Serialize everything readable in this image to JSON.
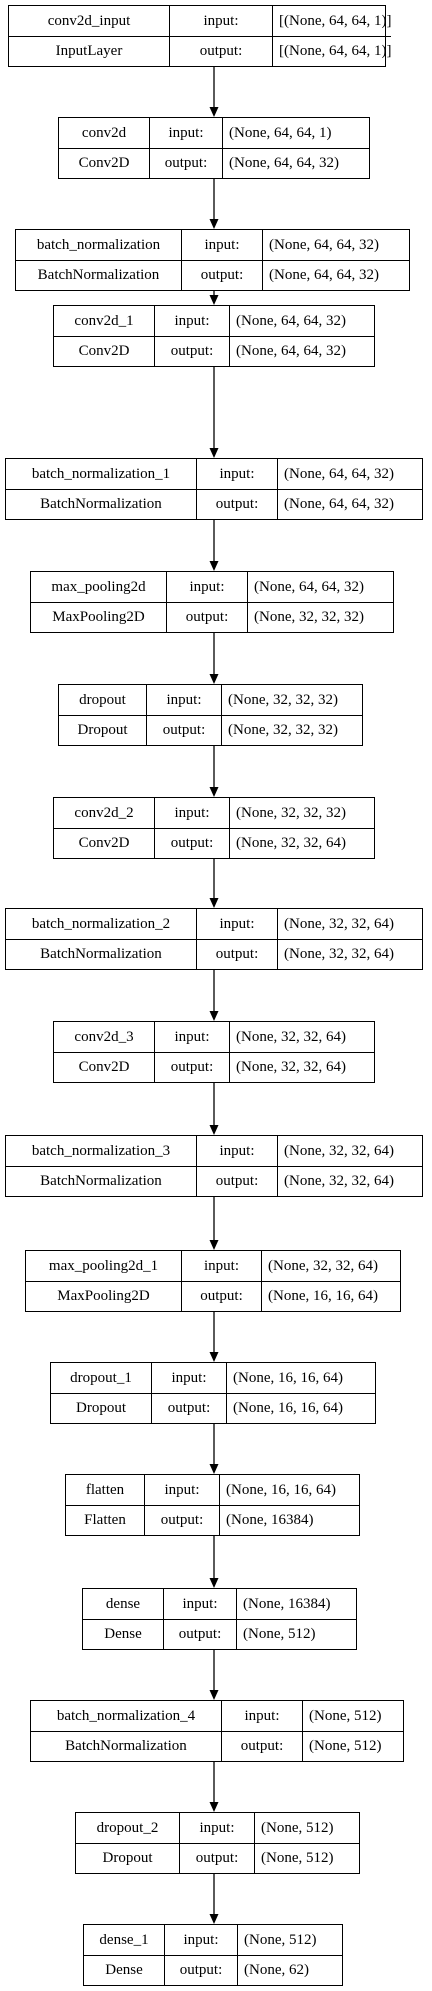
{
  "layers": [
    {
      "name": "conv2d_input",
      "type": "InputLayer",
      "input_label": "input:",
      "input": "[(None, 64, 64, 1)]",
      "output_label": "output:",
      "output": "[(None, 64, 64, 1)]"
    },
    {
      "name": "conv2d",
      "type": "Conv2D",
      "input_label": "input:",
      "input": "(None, 64, 64, 1)",
      "output_label": "output:",
      "output": "(None, 64, 64, 32)"
    },
    {
      "name": "batch_normalization",
      "type": "BatchNormalization",
      "input_label": "input:",
      "input": "(None, 64, 64, 32)",
      "output_label": "output:",
      "output": "(None, 64, 64, 32)"
    },
    {
      "name": "conv2d_1",
      "type": "Conv2D",
      "input_label": "input:",
      "input": "(None, 64, 64, 32)",
      "output_label": "output:",
      "output": "(None, 64, 64, 32)"
    },
    {
      "name": "batch_normalization_1",
      "type": "BatchNormalization",
      "input_label": "input:",
      "input": "(None, 64, 64, 32)",
      "output_label": "output:",
      "output": "(None, 64, 64, 32)"
    },
    {
      "name": "max_pooling2d",
      "type": "MaxPooling2D",
      "input_label": "input:",
      "input": "(None, 64, 64, 32)",
      "output_label": "output:",
      "output": "(None, 32, 32, 32)"
    },
    {
      "name": "dropout",
      "type": "Dropout",
      "input_label": "input:",
      "input": "(None, 32, 32, 32)",
      "output_label": "output:",
      "output": "(None, 32, 32, 32)"
    },
    {
      "name": "conv2d_2",
      "type": "Conv2D",
      "input_label": "input:",
      "input": "(None, 32, 32, 32)",
      "output_label": "output:",
      "output": "(None, 32, 32, 64)"
    },
    {
      "name": "batch_normalization_2",
      "type": "BatchNormalization",
      "input_label": "input:",
      "input": "(None, 32, 32, 64)",
      "output_label": "output:",
      "output": "(None, 32, 32, 64)"
    },
    {
      "name": "conv2d_3",
      "type": "Conv2D",
      "input_label": "input:",
      "input": "(None, 32, 32, 64)",
      "output_label": "output:",
      "output": "(None, 32, 32, 64)"
    },
    {
      "name": "batch_normalization_3",
      "type": "BatchNormalization",
      "input_label": "input:",
      "input": "(None, 32, 32, 64)",
      "output_label": "output:",
      "output": "(None, 32, 32, 64)"
    },
    {
      "name": "max_pooling2d_1",
      "type": "MaxPooling2D",
      "input_label": "input:",
      "input": "(None, 32, 32, 64)",
      "output_label": "output:",
      "output": "(None, 16, 16, 64)"
    },
    {
      "name": "dropout_1",
      "type": "Dropout",
      "input_label": "input:",
      "input": "(None, 16, 16, 64)",
      "output_label": "output:",
      "output": "(None, 16, 16, 64)"
    },
    {
      "name": "flatten",
      "type": "Flatten",
      "input_label": "input:",
      "input": "(None, 16, 16, 64)",
      "output_label": "output:",
      "output": "(None, 16384)"
    },
    {
      "name": "dense",
      "type": "Dense",
      "input_label": "input:",
      "input": "(None, 16384)",
      "output_label": "output:",
      "output": "(None, 512)"
    },
    {
      "name": "batch_normalization_4",
      "type": "BatchNormalization",
      "input_label": "input:",
      "input": "(None, 512)",
      "output_label": "output:",
      "output": "(None, 512)"
    },
    {
      "name": "dropout_2",
      "type": "Dropout",
      "input_label": "input:",
      "input": "(None, 512)",
      "output_label": "output:",
      "output": "(None, 512)"
    },
    {
      "name": "dense_1",
      "type": "Dense",
      "input_label": "input:",
      "input": "(None, 512)",
      "output_label": "output:",
      "output": "(None, 62)"
    }
  ]
}
